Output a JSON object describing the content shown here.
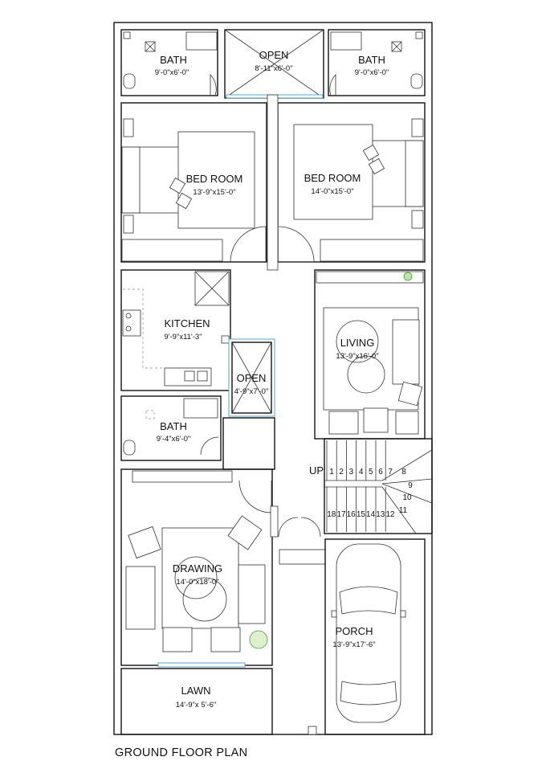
{
  "title": "GROUND FLOOR PLAN",
  "rooms": {
    "bath_left": {
      "name": "BATH",
      "dim": "9'-0\"x6'-0\""
    },
    "open_top": {
      "name": "OPEN",
      "dim": "8'-11\"x6'-0\""
    },
    "bath_right": {
      "name": "BATH",
      "dim": "9'-0\"x6'-0\""
    },
    "bed_left": {
      "name": "BED ROOM",
      "dim": "13'-9\"x15'-0\""
    },
    "bed_right": {
      "name": "BED ROOM",
      "dim": "14'-0\"x15'-0\""
    },
    "kitchen": {
      "name": "KITCHEN",
      "dim": "9'-9\"x11'-3\""
    },
    "living": {
      "name": "LIVING",
      "dim": "13'-9\"x16'-0\""
    },
    "open_mid": {
      "name": "OPEN",
      "dim": "4'-9\"x7'-0\""
    },
    "bath_mid": {
      "name": "BATH",
      "dim": "9'-4\"x6'-0\""
    },
    "drawing": {
      "name": "DRAWING",
      "dim": "14'-0\"x18'-0\""
    },
    "porch": {
      "name": "PORCH",
      "dim": "13'-9\"x17'-6\""
    },
    "lawn": {
      "name": "LAWN",
      "dim": "14'-9\"x 5'-6\""
    }
  },
  "stairs": {
    "up_label": "UP",
    "steps": [
      "1",
      "2",
      "3",
      "4",
      "5",
      "6",
      "7",
      "8",
      "9",
      "10",
      "11",
      "12",
      "13",
      "14",
      "15",
      "16",
      "17",
      "18"
    ]
  }
}
